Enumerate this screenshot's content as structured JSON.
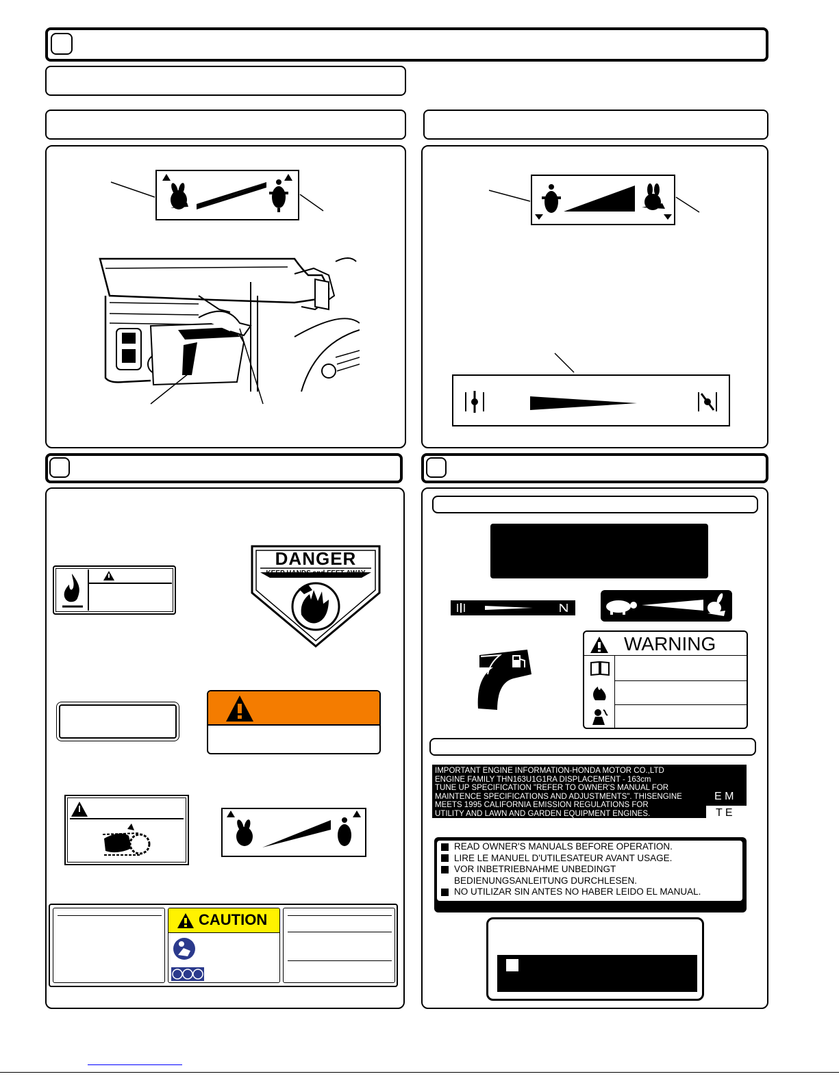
{
  "danger_label": {
    "title": "DANGER",
    "subtitle": "KEEP HANDS and FEET AWAY"
  },
  "caution_label": {
    "title": "CAUTION"
  },
  "warning_label": {
    "title": "WARNING"
  },
  "engine_info_label": {
    "lines": [
      "IMPORTANT ENGINE INFORMATION-HONDA MOTOR CO.,LTD",
      "ENGINE FAMILY THN163U1G1RA   DISPLACEMENT - 163cm",
      "TUNE UP SPECIFICATION \"REFER TO OWNER'S MANUAL FOR",
      "MAINTENCE SPECIFICATIONS AND ADJUSTMENTS\". THISENGINE",
      "MEETS 1995 CALIFORNIA EMISSION REGULATIONS FOR",
      "UTILITY AND LAWN AND GARDEN EQUIPMENT ENGINES."
    ],
    "side_top": "E M",
    "side_bottom": "T E"
  },
  "manual_label": {
    "lines": [
      "READ OWNER'S MANUALS BEFORE OPERATION.",
      "LIRE LE MANUEL D'UTILESATEUR AVANT USAGE.",
      "VOR INBETRIEBNAHME UNBEDINGT",
      "BEDIENUNGSANLEITUNG DURCHLESEN.",
      "NO UTILIZAR SIN ANTES NO HABER LEIDO EL MANUAL."
    ]
  },
  "colors": {
    "warning_orange": "#f47c00",
    "caution_yellow": "#fff200",
    "mandatory_blue": "#2b3a8c",
    "black": "#000000"
  }
}
